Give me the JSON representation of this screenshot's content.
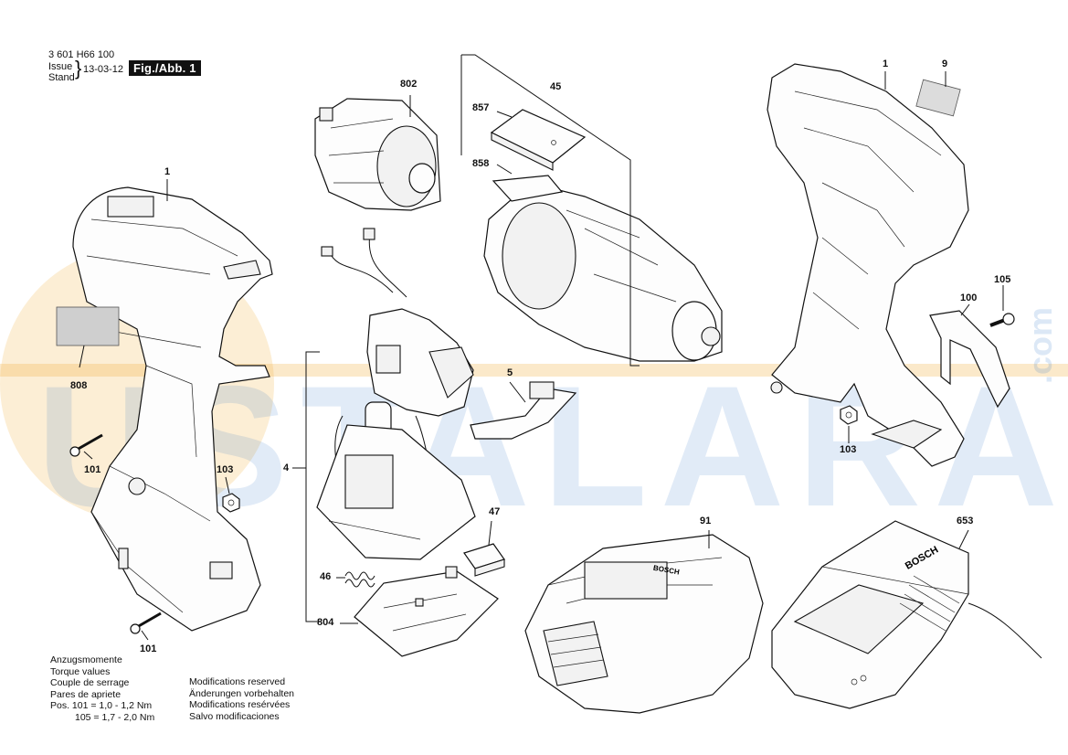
{
  "header": {
    "doc_number": "3 601 H66 100",
    "issue_label": "Issue",
    "stand_label": "Stand",
    "date": "13-03-12",
    "figure": "Fig./Abb. 1"
  },
  "watermark": {
    "text": "USTALARA",
    "suffix": ".com",
    "color": "#1565c0",
    "accent": "#f0b040"
  },
  "callouts": {
    "c1_left": "1",
    "c1_right": "1",
    "c802": "802",
    "c45": "45",
    "c857": "857",
    "c858": "858",
    "c9": "9",
    "c105": "105",
    "c100": "100",
    "c103_right": "103",
    "c808": "808",
    "c101_top": "101",
    "c103_left": "103",
    "c4": "4",
    "c5": "5",
    "c47": "47",
    "c46": "46",
    "c804": "804",
    "c91": "91",
    "c653": "653",
    "c101_bottom": "101"
  },
  "battery_label": "BOSCH",
  "charger_label": "BOSCH",
  "torque_notes": {
    "line1": "Anzugsmomente",
    "line2": "Torque values",
    "line3": "Couple de serrage",
    "line4": "Pares de apriete",
    "line5": "Pos.  101 =  1,0 - 1,2 Nm",
    "line6": "105 =  1,7 - 2,0 Nm"
  },
  "modification_notes": {
    "line1": "Modifications reserved",
    "line2": "Änderungen vorbehalten",
    "line3": "Modifications resérvées",
    "line4": "Salvo modificaciones"
  }
}
